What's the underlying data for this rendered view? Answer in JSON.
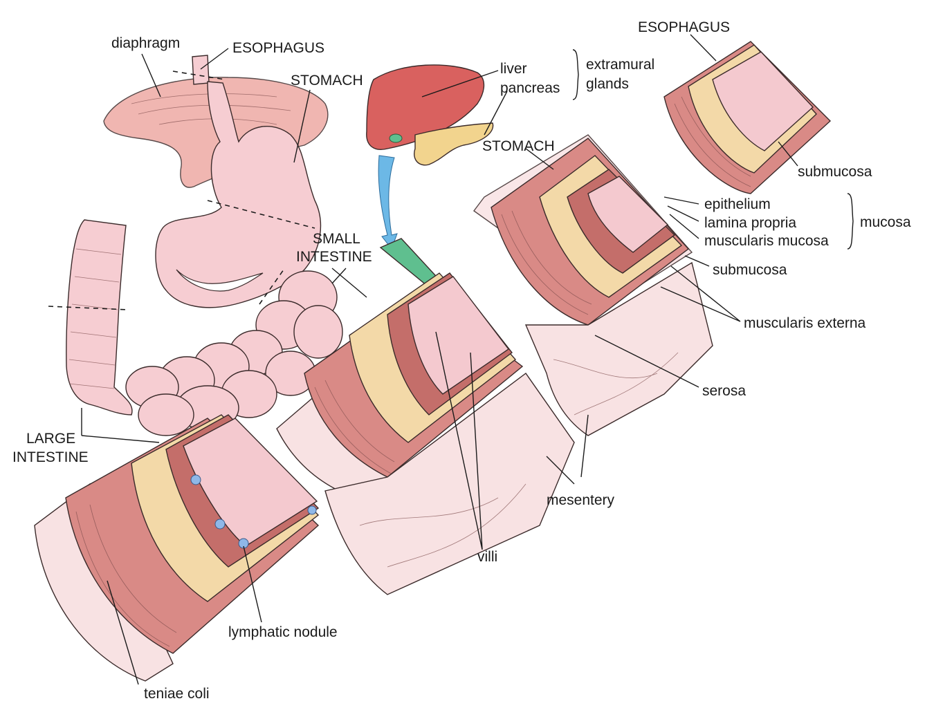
{
  "labels": {
    "diaphragm": "diaphragm",
    "esophagus_left": "ESOPHAGUS",
    "stomach_left": "STOMACH",
    "liver": "liver",
    "pancreas": "pancreas",
    "extramural_1": "extramural",
    "extramural_2": "glands",
    "esophagus_right": "ESOPHAGUS",
    "submucosa_top": "submucosa",
    "stomach_mid": "STOMACH",
    "epithelium": "epithelium",
    "lamina_propria": "lamina propria",
    "muscularis_mucosa": "muscularis mucosa",
    "mucosa": "mucosa",
    "small_intestine_1": "SMALL",
    "small_intestine_2": "INTESTINE",
    "submucosa_mid": "submucosa",
    "muscularis_externa": "muscularis externa",
    "serosa": "serosa",
    "large_intestine_1": "LARGE",
    "large_intestine_2": "INTESTINE",
    "mesentery": "mesentery",
    "villi": "villi",
    "lymphatic_nodule": "lymphatic nodule",
    "teniae_coli": "teniae coli"
  },
  "colors": {
    "muscle": "#d98a86",
    "muscle_dark": "#c46e6a",
    "submucosa": "#f3d9a8",
    "mucosa": "#f4c9cf",
    "organ_pink": "#f6cdd2",
    "diaphragm": "#eeaaa4",
    "liver": "#d9615f",
    "pancreas": "#f2d48e",
    "duct": "#5fbf8f",
    "arrow": "#6cb8e6",
    "lymph": "#8fb8e8",
    "mesentery": "#f8e2e3"
  }
}
